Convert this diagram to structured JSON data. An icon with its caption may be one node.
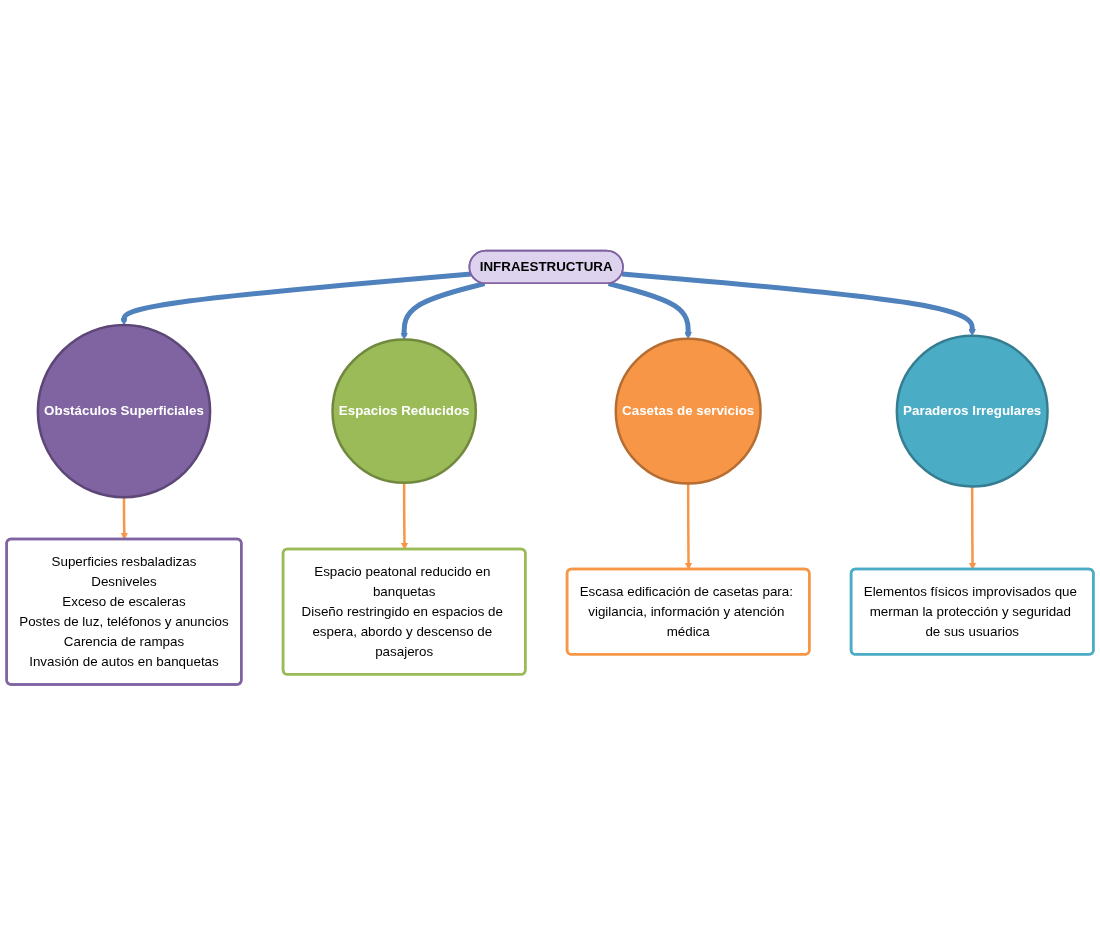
{
  "diagram": {
    "nodes": [
      {
        "text": [
          "Superficies resbaladizas",
          "Desniveles",
          "Exceso de escaleras",
          "Postes de luz, teléfonos y anuncios",
          "Carencia de rampas",
          "Invasión de autos en banquetas"
        ]
      },
      {
        "text": [
          "Espacio peatonal reducido en banquetas",
          "Diseño restringido en espacios de espera, abordo y descenso de pasajeros"
        ]
      },
      {
        "text": [
          "Obstáculos Superficiales"
        ]
      },
      {
        "text": [
          "Espacios Reducidos"
        ]
      },
      {
        "text": [
          "INFRAESTRUCTURA"
        ]
      },
      {
        "text": [
          "Casetas de servicios"
        ]
      },
      {
        "text": [
          "Paraderos Irregulares"
        ]
      },
      {
        "text": [
          "Escasa edificación de casetas para: vigilancia, información y atención médica"
        ]
      },
      {
        "text": [
          "Elementos físicos improvisados que merman la protección y seguridad de sus usuarios"
        ]
      }
    ],
    "edges": [
      {
        "from": 4,
        "to": 2,
        "arrow": "to",
        "style": "thick",
        "color": "#4f81bd"
      },
      {
        "from": 4,
        "to": 3,
        "arrow": "to",
        "style": "thick",
        "color": "#4f81bd"
      },
      {
        "from": 4,
        "to": 5,
        "arrow": "to",
        "style": "thick",
        "color": "#4f81bd"
      },
      {
        "from": 4,
        "to": 6,
        "arrow": "to",
        "style": "thick",
        "color": "#4f81bd"
      },
      {
        "from": 2,
        "to": 0,
        "arrow": "to",
        "color": "#f79646"
      },
      {
        "from": 3,
        "to": 1,
        "arrow": "to",
        "color": "#f79646"
      },
      {
        "from": 5,
        "to": 7,
        "arrow": "to",
        "color": "#f79646"
      },
      {
        "from": 6,
        "to": 8,
        "arrow": "to",
        "color": "#f79646"
      }
    ]
  }
}
